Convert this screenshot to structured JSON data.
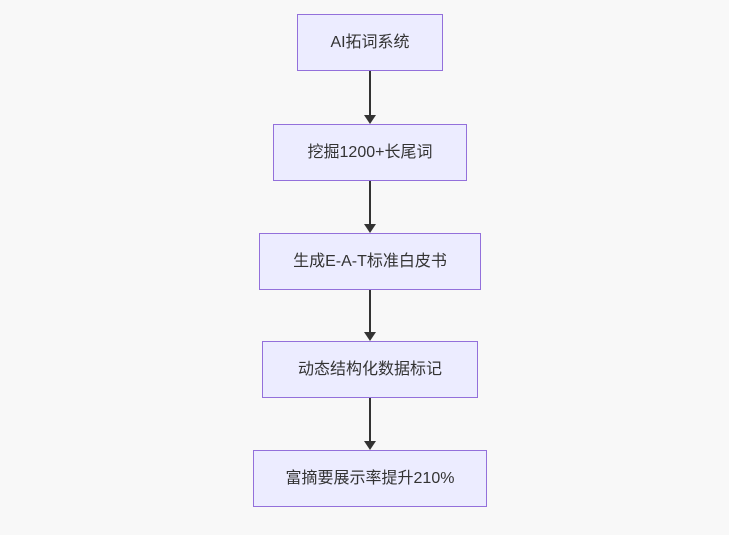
{
  "diagram": {
    "type": "flowchart",
    "direction": "top-down",
    "colors": {
      "background": "#f8f8f8",
      "node_fill": "#ECECFF",
      "node_border": "#9370DB",
      "text": "#333333",
      "arrow": "#333333"
    },
    "nodes": [
      {
        "id": "n1",
        "label": "AI拓词系统"
      },
      {
        "id": "n2",
        "label": "挖掘1200+长尾词"
      },
      {
        "id": "n3",
        "label": "生成E-A-T标准白皮书"
      },
      {
        "id": "n4",
        "label": "动态结构化数据标记"
      },
      {
        "id": "n5",
        "label": "富摘要展示率提升210%"
      }
    ],
    "edges": [
      {
        "from": "n1",
        "to": "n2"
      },
      {
        "from": "n2",
        "to": "n3"
      },
      {
        "from": "n3",
        "to": "n4"
      },
      {
        "from": "n4",
        "to": "n5"
      }
    ]
  }
}
